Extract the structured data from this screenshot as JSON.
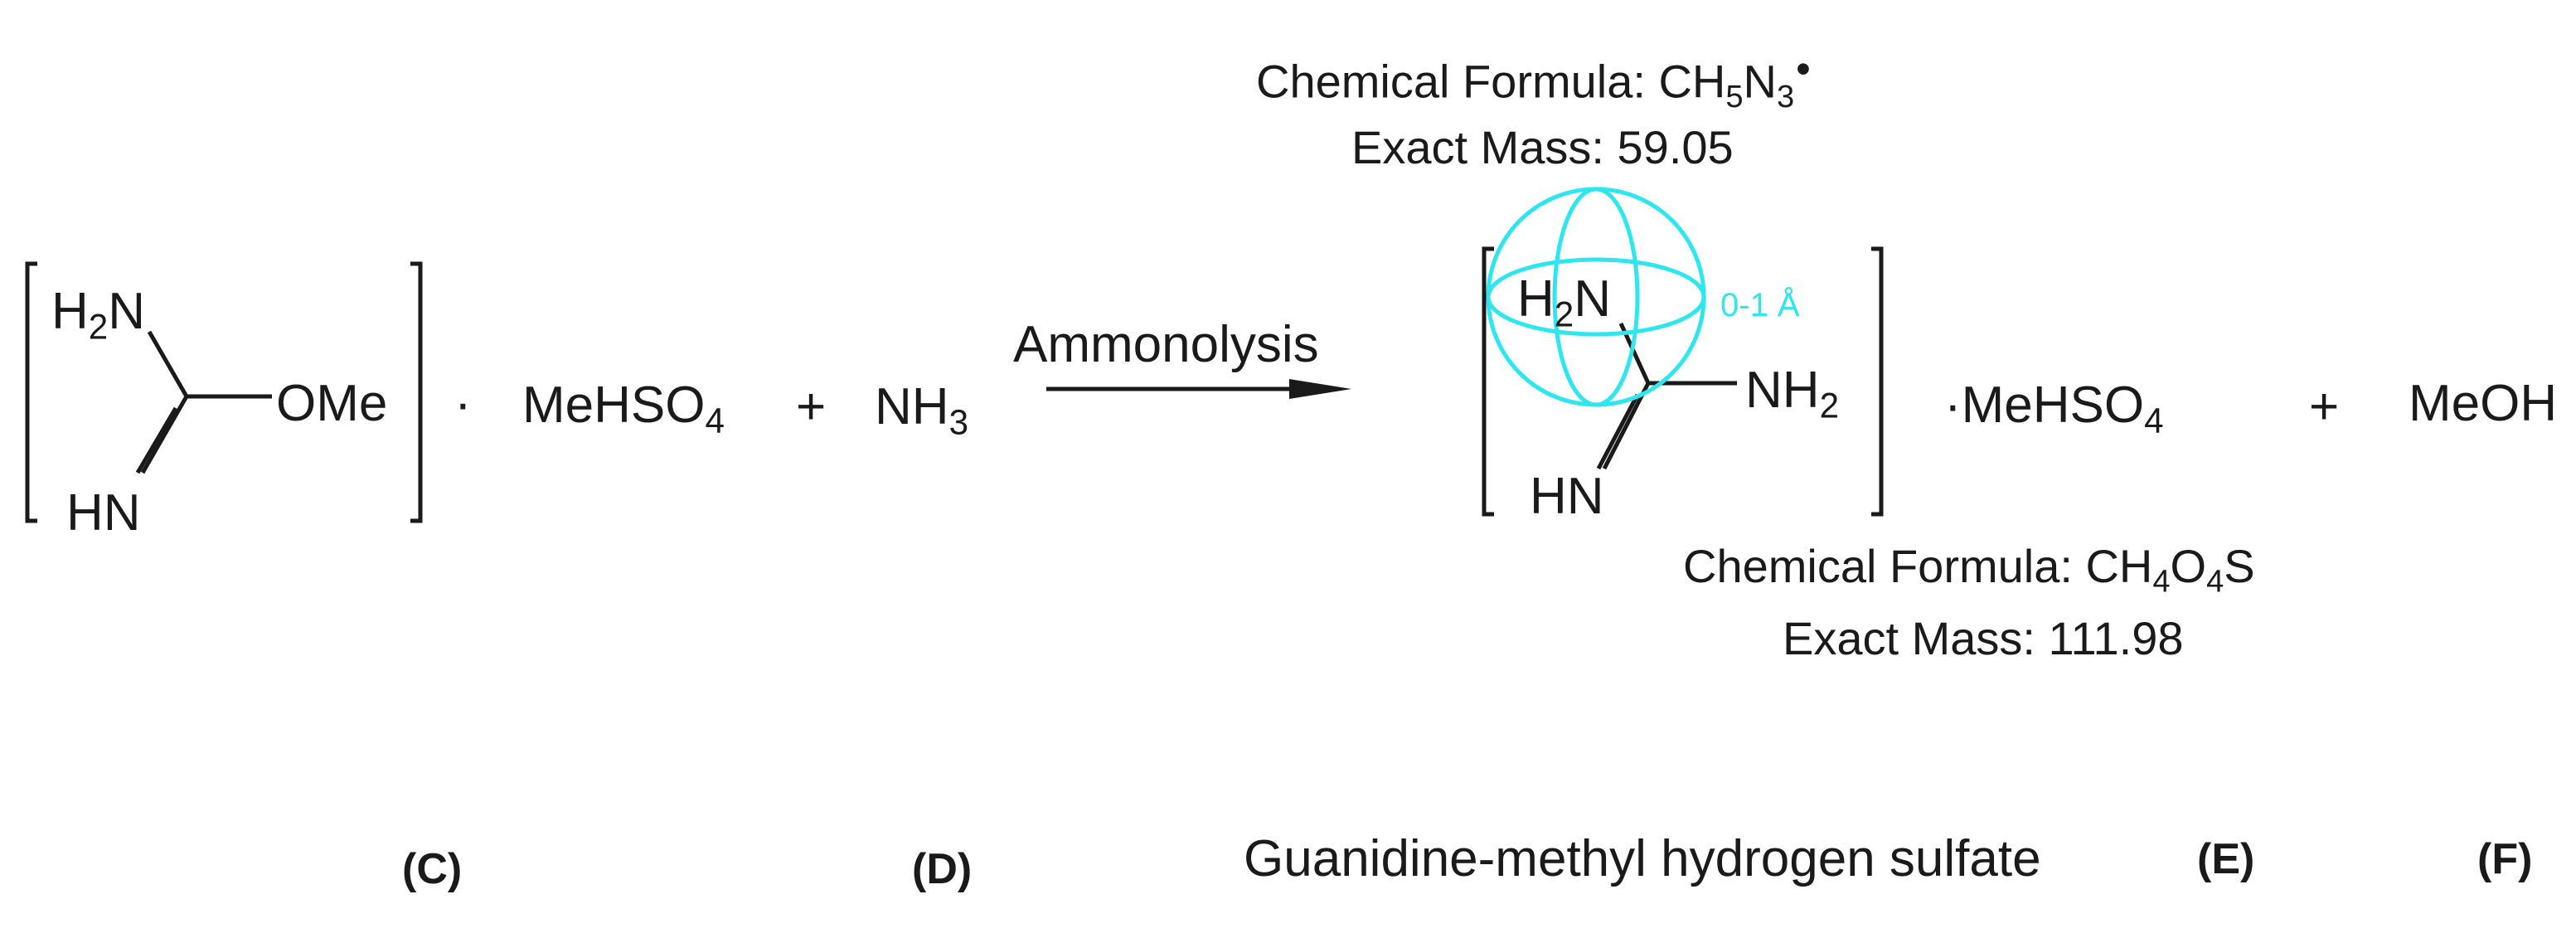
{
  "reactant_c": {
    "h2n": {
      "main": "H",
      "sub": "2",
      "tail": "N"
    },
    "hn": "HN",
    "ome": "OMe",
    "dot": "·",
    "id": "(C)"
  },
  "salt_c": {
    "main": "MeHSO",
    "sub": "4"
  },
  "plus_1": "+",
  "reactant_d": {
    "main": "NH",
    "sub": "3",
    "id": "(D)"
  },
  "arrow_label": "Ammonolysis",
  "product_e": {
    "formula_line": {
      "prefix": "Chemical Formula: CH",
      "s1": "5",
      "mid": "N",
      "s2": "3",
      "radical": "•"
    },
    "mass_line": "Exact Mass: 59.05",
    "h2n": {
      "main": "H",
      "sub": "2",
      "tail": "N"
    },
    "nh2": {
      "main": "NH",
      "sub": "2"
    },
    "hn": "HN",
    "sphere_label": "0-1 Å",
    "salt": {
      "main": "·MeHSO",
      "sub": "4"
    },
    "formula2_line": {
      "prefix": "Chemical Formula: CH",
      "s1": "4",
      "mid": "O",
      "s2": "4",
      "suffix": "S"
    },
    "mass2_line": "Exact Mass: 111.98",
    "name": "Guanidine-methyl hydrogen sulfate",
    "id": "(E)"
  },
  "plus_2": "+",
  "product_f": {
    "label": "MeOH",
    "id": "(F)"
  },
  "colors": {
    "ink": "#1a1a1a",
    "sphere": "#2ee6f0",
    "background": "#ffffff"
  }
}
